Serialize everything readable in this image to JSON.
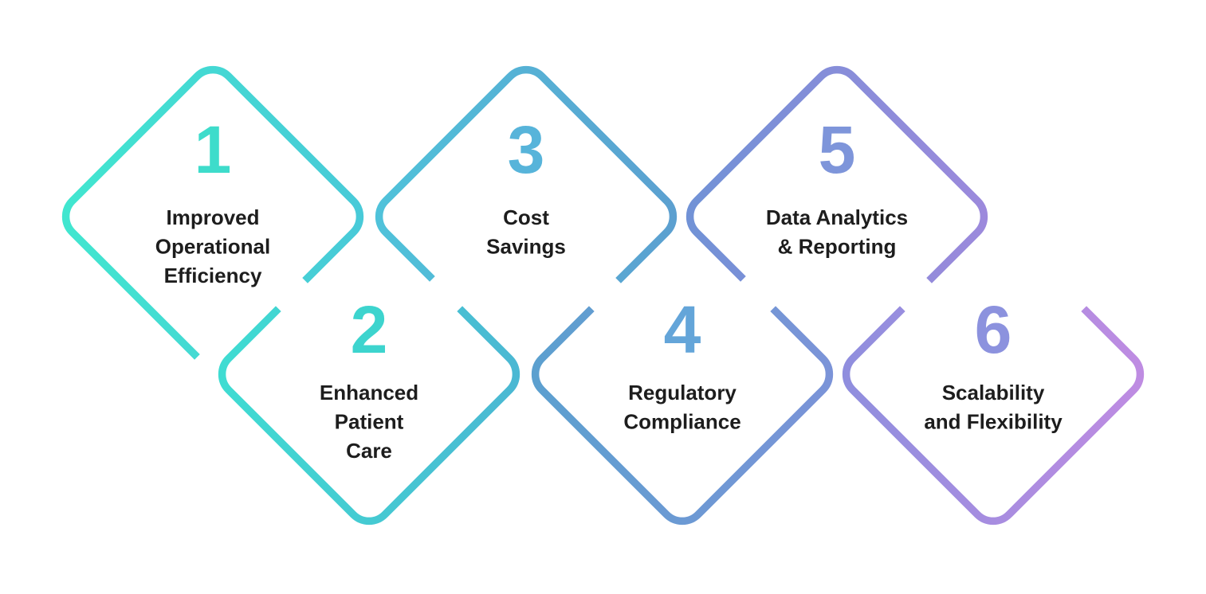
{
  "diagram": {
    "background": "#ffffff",
    "label_color": "#1d1d1d",
    "steps": [
      {
        "number": "1",
        "number_color": "#3edccb",
        "label_lines": [
          "Improved",
          "Operational",
          "Efficiency"
        ],
        "stroke_gradient": {
          "start": "#41e7cf",
          "end": "#48c9d8"
        }
      },
      {
        "number": "2",
        "number_color": "#3dd4ce",
        "label_lines": [
          "Enhanced",
          "Patient",
          "Care"
        ],
        "stroke_gradient": {
          "start": "#3fddd2",
          "end": "#4bb7d3"
        }
      },
      {
        "number": "3",
        "number_color": "#57b4da",
        "label_lines": [
          "Cost",
          "Savings"
        ],
        "stroke_gradient": {
          "start": "#4fc3da",
          "end": "#5c9fd0"
        }
      },
      {
        "number": "4",
        "number_color": "#64a5d9",
        "label_lines": [
          "Regulatory",
          "Compliance"
        ],
        "stroke_gradient": {
          "start": "#5ba0cf",
          "end": "#7c93d8"
        }
      },
      {
        "number": "5",
        "number_color": "#7e95da",
        "label_lines": [
          "Data Analytics",
          "& Reporting"
        ],
        "stroke_gradient": {
          "start": "#7092d6",
          "end": "#9d89dc"
        }
      },
      {
        "number": "6",
        "number_color": "#8c92de",
        "label_lines": [
          "Scalability",
          "and Flexibility"
        ],
        "stroke_gradient": {
          "start": "#8e8ede",
          "end": "#c08ce2"
        }
      }
    ]
  }
}
